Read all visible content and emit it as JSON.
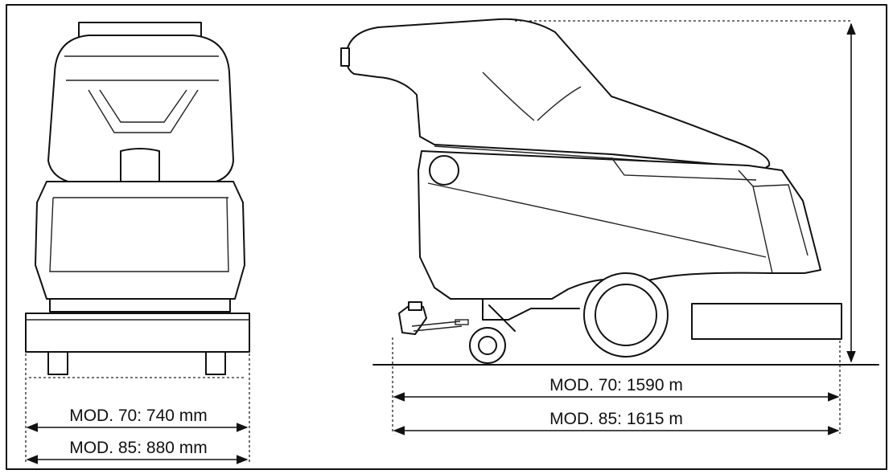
{
  "front_view": {
    "dim_mod70": "MOD. 70: 740 mm",
    "dim_mod85": "MOD. 85: 880 mm"
  },
  "side_view": {
    "dim_mod70": "MOD. 70: 1590 m",
    "dim_mod85": "MOD. 85: 1615 m"
  },
  "colors": {
    "line": "#111111",
    "background": "#ffffff"
  }
}
